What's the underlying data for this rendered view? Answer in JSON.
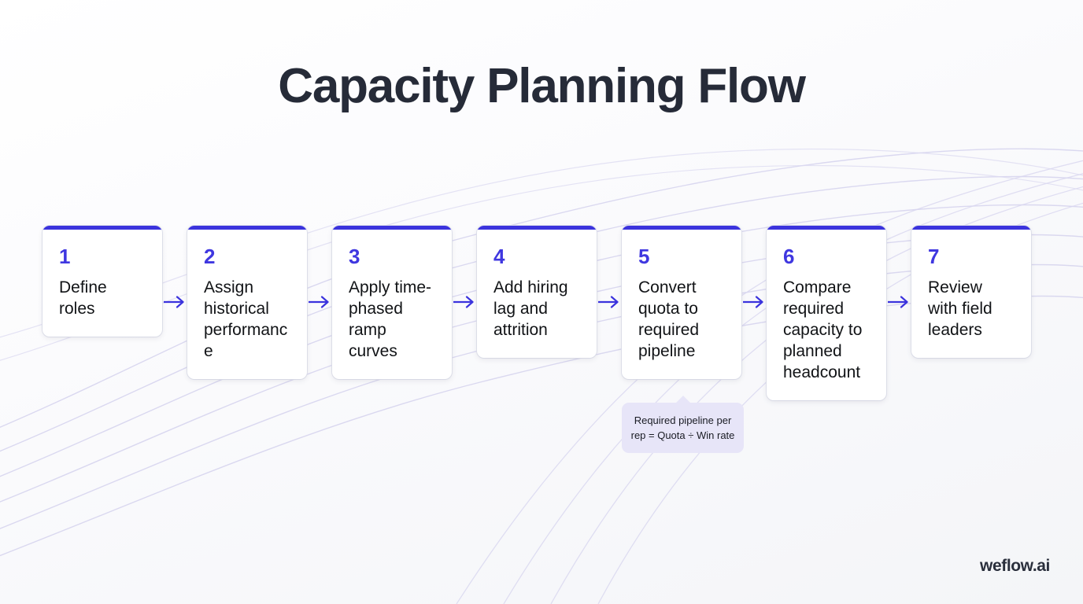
{
  "title": "Capacity Planning Flow",
  "watermark": "weflow.ai",
  "colors": {
    "accent": "#3b33dd",
    "number": "#3f37e0",
    "card_bg": "#ffffff",
    "callout_bg": "#e7e5f8",
    "title_text": "#262b38",
    "body_text": "#111316",
    "wave_line": "#d5d3ee",
    "page_bg_start": "#ffffff",
    "page_bg_end": "#f4f5f8"
  },
  "steps": [
    {
      "number": "1",
      "label": "Define roles"
    },
    {
      "number": "2",
      "label": "Assign historical performance"
    },
    {
      "number": "3",
      "label": "Apply time-phased ramp curves"
    },
    {
      "number": "4",
      "label": "Add hiring lag and attrition"
    },
    {
      "number": "5",
      "label": "Convert quota to required pipeline"
    },
    {
      "number": "6",
      "label": "Compare required capacity to planned headcount"
    },
    {
      "number": "7",
      "label": "Review with field leaders"
    }
  ],
  "callout": {
    "attached_to_step": "5",
    "text": "Required pipeline per rep = Quota ÷ Win rate"
  },
  "connectors": {
    "count": 6,
    "icon": "arrow-right-icon"
  }
}
